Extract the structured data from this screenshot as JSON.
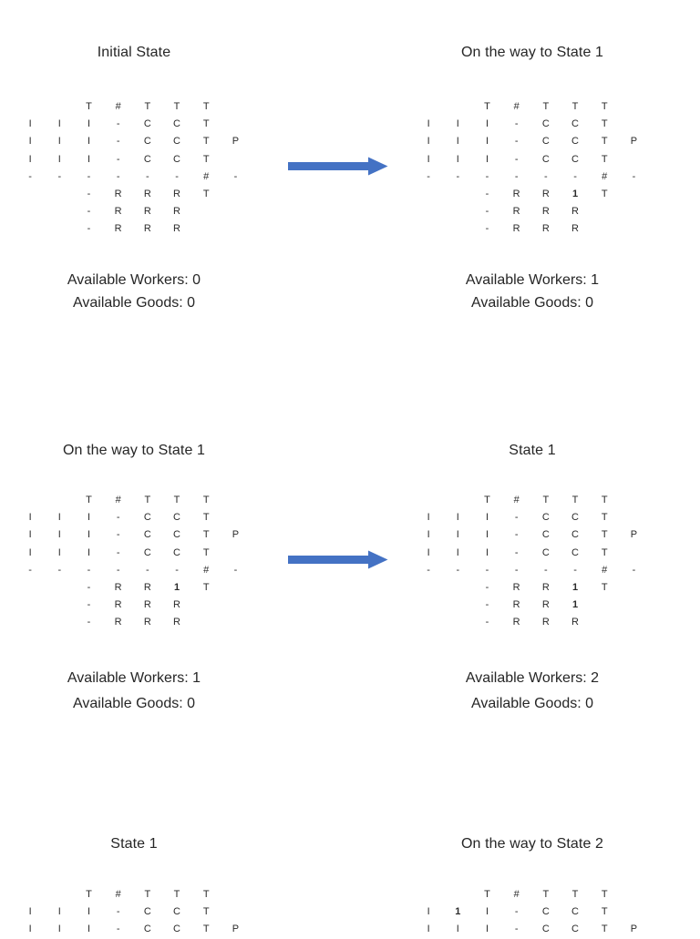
{
  "document": {
    "background": "#ffffff",
    "text_color": "#262626"
  },
  "arrow": {
    "color": "#4472C4"
  },
  "grid_bold_char": "1",
  "panels": [
    {
      "title": "Initial State",
      "grid": [
        [
          "",
          "",
          "T",
          "#",
          "T",
          "T",
          "T",
          ""
        ],
        [
          "I",
          "I",
          "I",
          "-",
          "C",
          "C",
          "T",
          ""
        ],
        [
          "I",
          "I",
          "I",
          "-",
          "C",
          "C",
          "T",
          "P"
        ],
        [
          "I",
          "I",
          "I",
          "-",
          "C",
          "C",
          "T",
          ""
        ],
        [
          "-",
          "-",
          "-",
          "-",
          "-",
          "-",
          "#",
          "-"
        ],
        [
          "",
          "",
          "-",
          "R",
          "R",
          "R",
          "T",
          ""
        ],
        [
          "",
          "",
          "-",
          "R",
          "R",
          "R",
          "",
          ""
        ],
        [
          "",
          "",
          "-",
          "R",
          "R",
          "R",
          "",
          ""
        ]
      ],
      "workers": "Available Workers: 0",
      "goods": "Available Goods: 0"
    },
    {
      "title": "On the way to State 1",
      "grid": [
        [
          "",
          "",
          "T",
          "#",
          "T",
          "T",
          "T",
          ""
        ],
        [
          "I",
          "I",
          "I",
          "-",
          "C",
          "C",
          "T",
          ""
        ],
        [
          "I",
          "I",
          "I",
          "-",
          "C",
          "C",
          "T",
          "P"
        ],
        [
          "I",
          "I",
          "I",
          "-",
          "C",
          "C",
          "T",
          ""
        ],
        [
          "-",
          "-",
          "-",
          "-",
          "-",
          "-",
          "#",
          "-"
        ],
        [
          "",
          "",
          "-",
          "R",
          "R",
          "1",
          "T",
          ""
        ],
        [
          "",
          "",
          "-",
          "R",
          "R",
          "R",
          "",
          ""
        ],
        [
          "",
          "",
          "-",
          "R",
          "R",
          "R",
          "",
          ""
        ]
      ],
      "workers": "Available Workers: 1",
      "goods": "Available Goods: 0"
    },
    {
      "title": "On the way to State 1",
      "grid": [
        [
          "",
          "",
          "T",
          "#",
          "T",
          "T",
          "T",
          ""
        ],
        [
          "I",
          "I",
          "I",
          "-",
          "C",
          "C",
          "T",
          ""
        ],
        [
          "I",
          "I",
          "I",
          "-",
          "C",
          "C",
          "T",
          "P"
        ],
        [
          "I",
          "I",
          "I",
          "-",
          "C",
          "C",
          "T",
          ""
        ],
        [
          "-",
          "-",
          "-",
          "-",
          "-",
          "-",
          "#",
          "-"
        ],
        [
          "",
          "",
          "-",
          "R",
          "R",
          "1",
          "T",
          ""
        ],
        [
          "",
          "",
          "-",
          "R",
          "R",
          "R",
          "",
          ""
        ],
        [
          "",
          "",
          "-",
          "R",
          "R",
          "R",
          "",
          ""
        ]
      ],
      "workers": "Available Workers: 1",
      "goods": "Available Goods: 0"
    },
    {
      "title": "State 1",
      "grid": [
        [
          "",
          "",
          "T",
          "#",
          "T",
          "T",
          "T",
          ""
        ],
        [
          "I",
          "I",
          "I",
          "-",
          "C",
          "C",
          "T",
          ""
        ],
        [
          "I",
          "I",
          "I",
          "-",
          "C",
          "C",
          "T",
          "P"
        ],
        [
          "I",
          "I",
          "I",
          "-",
          "C",
          "C",
          "T",
          ""
        ],
        [
          "-",
          "-",
          "-",
          "-",
          "-",
          "-",
          "#",
          "-"
        ],
        [
          "",
          "",
          "-",
          "R",
          "R",
          "1",
          "T",
          ""
        ],
        [
          "",
          "",
          "-",
          "R",
          "R",
          "1",
          "",
          ""
        ],
        [
          "",
          "",
          "-",
          "R",
          "R",
          "R",
          "",
          ""
        ]
      ],
      "workers": "Available Workers: 2",
      "goods": "Available Goods: 0"
    },
    {
      "title": "State 1",
      "grid": [
        [
          "",
          "",
          "T",
          "#",
          "T",
          "T",
          "T",
          ""
        ],
        [
          "I",
          "I",
          "I",
          "-",
          "C",
          "C",
          "T",
          ""
        ],
        [
          "I",
          "I",
          "I",
          "-",
          "C",
          "C",
          "T",
          "P"
        ]
      ]
    },
    {
      "title": "On the way to State 2",
      "grid": [
        [
          "",
          "",
          "T",
          "#",
          "T",
          "T",
          "T",
          ""
        ],
        [
          "I",
          "1",
          "I",
          "-",
          "C",
          "C",
          "T",
          ""
        ],
        [
          "I",
          "I",
          "I",
          "-",
          "C",
          "C",
          "T",
          "P"
        ]
      ]
    }
  ]
}
